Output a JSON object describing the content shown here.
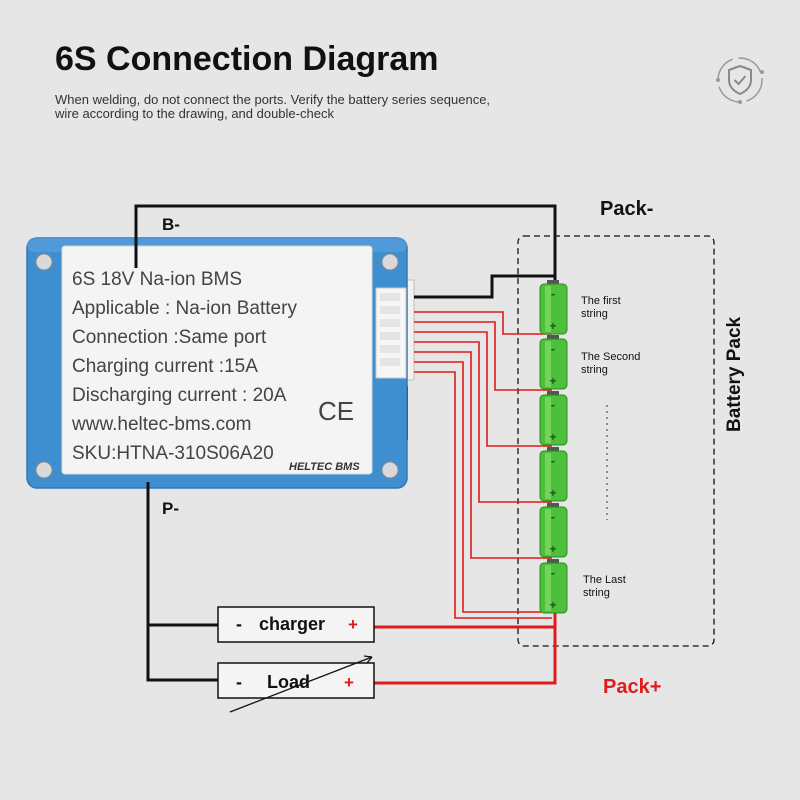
{
  "header": {
    "title": "6S Connection Diagram",
    "subtitle_line1": "When welding, do not connect the ports. Verify the battery series sequence,",
    "subtitle_line2": "wire according to the drawing, and double-check"
  },
  "bms": {
    "line1": "6S 18V Na-ion BMS",
    "line2": "Applicable : Na-ion Battery",
    "line3": "Connection :Same port",
    "line4": "Charging current :15A",
    "line5": "Discharging current : 20A",
    "line6": "www.heltec-bms.com",
    "line7": "SKU:HTNA-310S06A20",
    "ce_mark": "CE",
    "brand_logo": "HELTEC BMS"
  },
  "terminals": {
    "b_minus": "B-",
    "p_minus": "P-",
    "pack_minus": "Pack-",
    "pack_plus": "Pack+"
  },
  "battery_pack": {
    "label": "Battery Pack",
    "cell_minus": "-",
    "cell_plus": "+",
    "string_first_1": "The first",
    "string_first_2": "string",
    "string_second_1": "The Second",
    "string_second_2": "string",
    "string_last_1": "The Last",
    "string_last_2": "string"
  },
  "devices": {
    "charger_label": "charger",
    "charger_minus": "-",
    "charger_plus": "+",
    "load_label": "Load",
    "load_minus": "-",
    "load_plus": "+"
  },
  "colors": {
    "wire_black": "#111111",
    "wire_red": "#e01b1b",
    "pack_plus_text": "#e01b1b",
    "bms_blue": "#3f8fd0",
    "label_white": "#f4f4f4",
    "cell_green": "#4cc03a"
  },
  "icons": {
    "top_right_logo": "shield-check-icon"
  }
}
